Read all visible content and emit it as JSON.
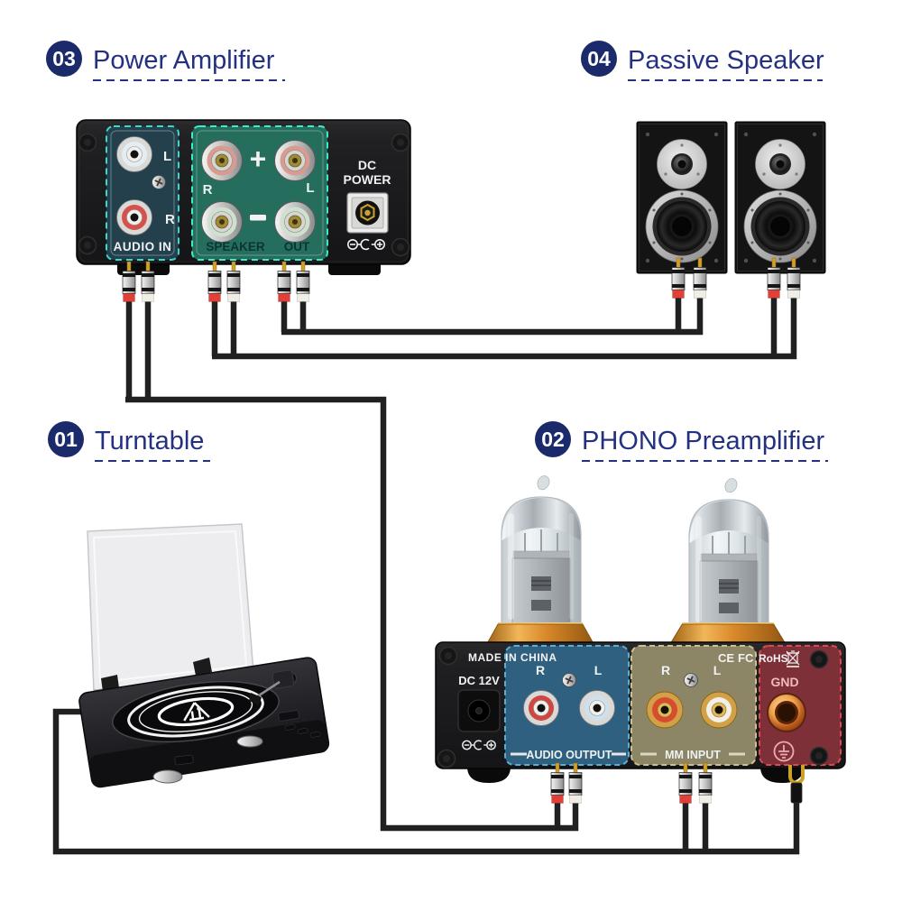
{
  "sections": {
    "turntable": {
      "num": "01",
      "title": "Turntable"
    },
    "preamp": {
      "num": "02",
      "title": "PHONO Preamplifier"
    },
    "amplifier": {
      "num": "03",
      "title": "Power Amplifier"
    },
    "speaker": {
      "num": "04",
      "title": "Passive Speaker"
    }
  },
  "amplifier": {
    "audio_in": "AUDIO IN",
    "speaker": "SPEAKER",
    "out": "OUT",
    "plus": "+",
    "minus": "-",
    "right": "R",
    "left": "L",
    "dc1": "DC",
    "dc2": "POWER"
  },
  "preamp": {
    "made_in": "MADE IN CHINA",
    "dc": "DC 12V",
    "right": "R",
    "left": "L",
    "audio_output": "AUDIO OUTPUT",
    "mm_input": "MM INPUT",
    "gnd": "GND",
    "ce": "CE",
    "fcc": "FC",
    "rohs": "RoHS"
  },
  "colors": {
    "accent_navy": "#243181",
    "badge_navy": "#1b2a6a",
    "cable_black": "#202020",
    "amp_audio_panel": "#24404d",
    "amp_speaker_panel": "#256e5e",
    "panel_dash_teal": "#38d8cf",
    "preamp_blue_panel": "#30607f",
    "preamp_olive_panel": "#8c8566",
    "preamp_maroon_panel": "#7d3037",
    "tube_base_gold": "#d9892a",
    "gnd_text_pink": "#f2b9be"
  }
}
